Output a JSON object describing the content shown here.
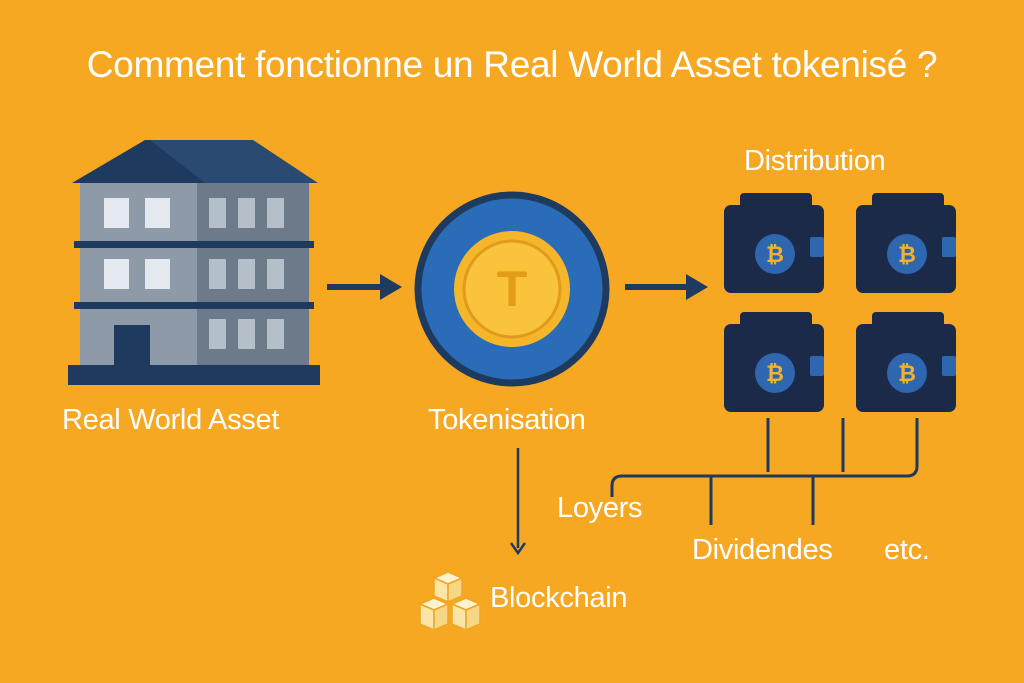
{
  "colors": {
    "background": "#F7A823",
    "navy": "#1E3A5F",
    "building_light": "#8E9AA8",
    "building_dark": "#6D7A8A",
    "coin_blue": "#2B6CB8",
    "coin_gold": "#F5B62A",
    "wallet": "#1B2A48",
    "bitcoin_circle": "#2F66B0",
    "bitcoin_gold": "#F2B231",
    "block_cream": "#FCE6A6",
    "text": "#FFFFFF"
  },
  "header": {
    "title": "Comment fonctionne un Real World Asset tokenisé ?"
  },
  "nodes": {
    "asset": {
      "label": "Real World Asset",
      "icon": "building-icon"
    },
    "tokenisation": {
      "label": "Tokenisation",
      "icon": "token-coin-icon",
      "coin_letter": "T"
    },
    "distribution": {
      "label": "Distribution",
      "icons": [
        "wallet-icon",
        "wallet-icon",
        "wallet-icon",
        "wallet-icon"
      ],
      "wallet_symbol": "₿"
    },
    "blockchain": {
      "label": "Blockchain",
      "icon": "blocks-icon"
    }
  },
  "outputs": {
    "items": [
      "Loyers",
      "Dividendes",
      "etc."
    ]
  }
}
